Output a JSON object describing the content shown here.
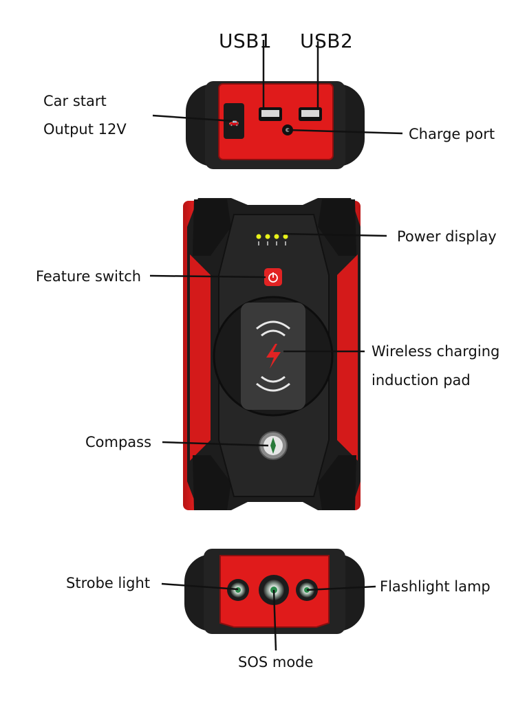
{
  "labels": {
    "usb1": "USB1",
    "usb2": "USB2",
    "car_start": "Car start",
    "output_12v": "Output 12V",
    "charge_port": "Charge port",
    "power_display": "Power display",
    "feature_switch": "Feature switch",
    "wireless_line1": "Wireless charging",
    "wireless_line2": "induction pad",
    "compass": "Compass",
    "strobe_light": "Strobe light",
    "flashlight_lamp": "Flashlight lamp",
    "sos_mode": "SOS mode"
  },
  "colors": {
    "red": "#e01b1b",
    "dark_red": "#9a1010",
    "black": "#161616",
    "dark_gray": "#2a2a2a",
    "led_yellow": "#e8f21a"
  },
  "power_display_leds": {
    "total": 4,
    "lit": 4
  }
}
